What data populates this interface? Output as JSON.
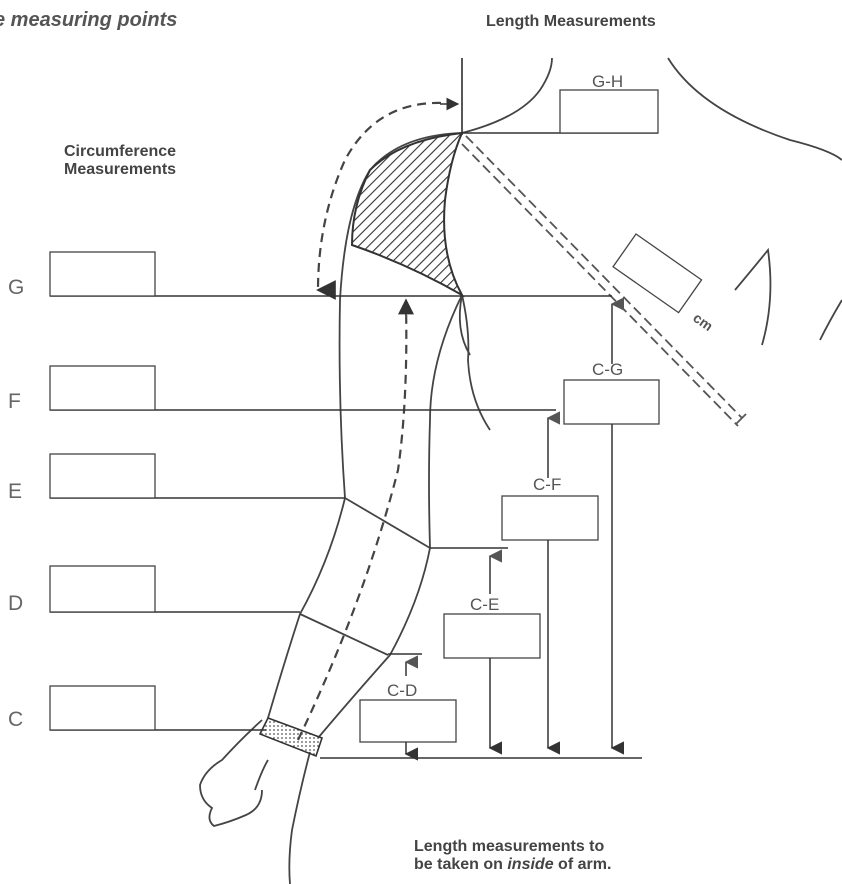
{
  "title": "e measuring points",
  "headers": {
    "length": "Length Measurements",
    "circumference_line1": "Circumference",
    "circumference_line2": "Measurements"
  },
  "circumference_rows": [
    {
      "label": "G"
    },
    {
      "label": "F"
    },
    {
      "label": "E"
    },
    {
      "label": "D"
    },
    {
      "label": "C"
    }
  ],
  "length_boxes": [
    {
      "label": "G-H"
    },
    {
      "label": "C-G"
    },
    {
      "label": "C-F"
    },
    {
      "label": "C-E"
    },
    {
      "label": "C-D"
    }
  ],
  "unit": "cm",
  "note": {
    "line1": "Length measurements to",
    "line2_prefix": "be taken on ",
    "line2_emph": "inside",
    "line2_suffix": " of arm."
  },
  "colors": {
    "line": "#333333",
    "text": "#555555",
    "fill_hatch": "#444444"
  }
}
